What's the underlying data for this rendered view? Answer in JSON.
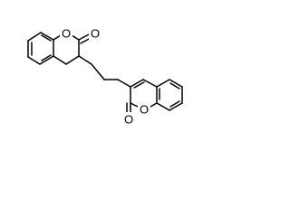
{
  "molecule": {
    "atoms": {
      "o1": "O",
      "o2": "O",
      "o3": "O",
      "o4": "O"
    }
  }
}
